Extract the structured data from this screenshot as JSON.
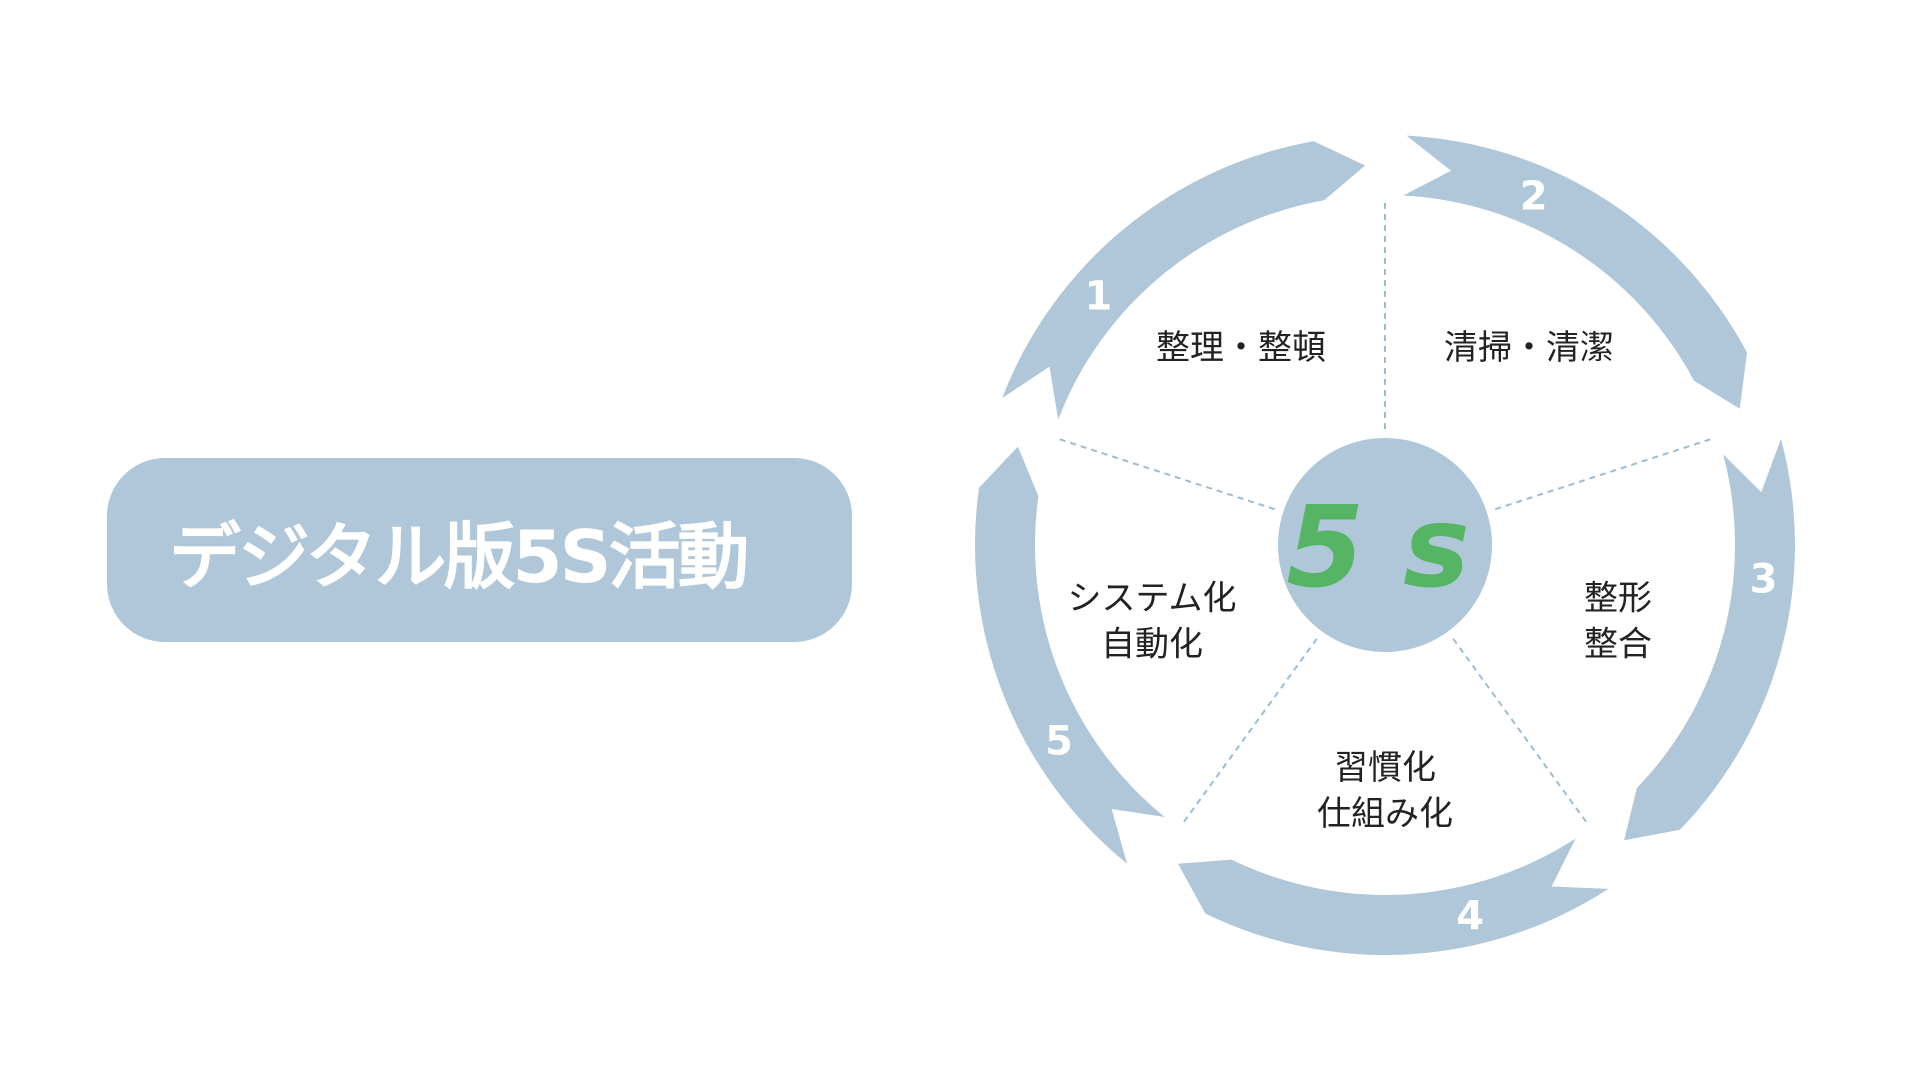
{
  "title": "デジタル版5S活動",
  "hub": {
    "label": "5 s"
  },
  "colors": {
    "arc": "#afc7d8",
    "hub_label": "#56b465",
    "title_text": "#ffffff",
    "segment_text": "#222222"
  },
  "steps": [
    {
      "number": "1",
      "lines": [
        "整理・整頓"
      ]
    },
    {
      "number": "2",
      "lines": [
        "清掃・清潔"
      ]
    },
    {
      "number": "3",
      "lines": [
        "整形",
        "整合"
      ]
    },
    {
      "number": "4",
      "lines": [
        "習慣化",
        "仕組み化"
      ]
    },
    {
      "number": "5",
      "lines": [
        "システム化",
        "自動化"
      ]
    }
  ]
}
